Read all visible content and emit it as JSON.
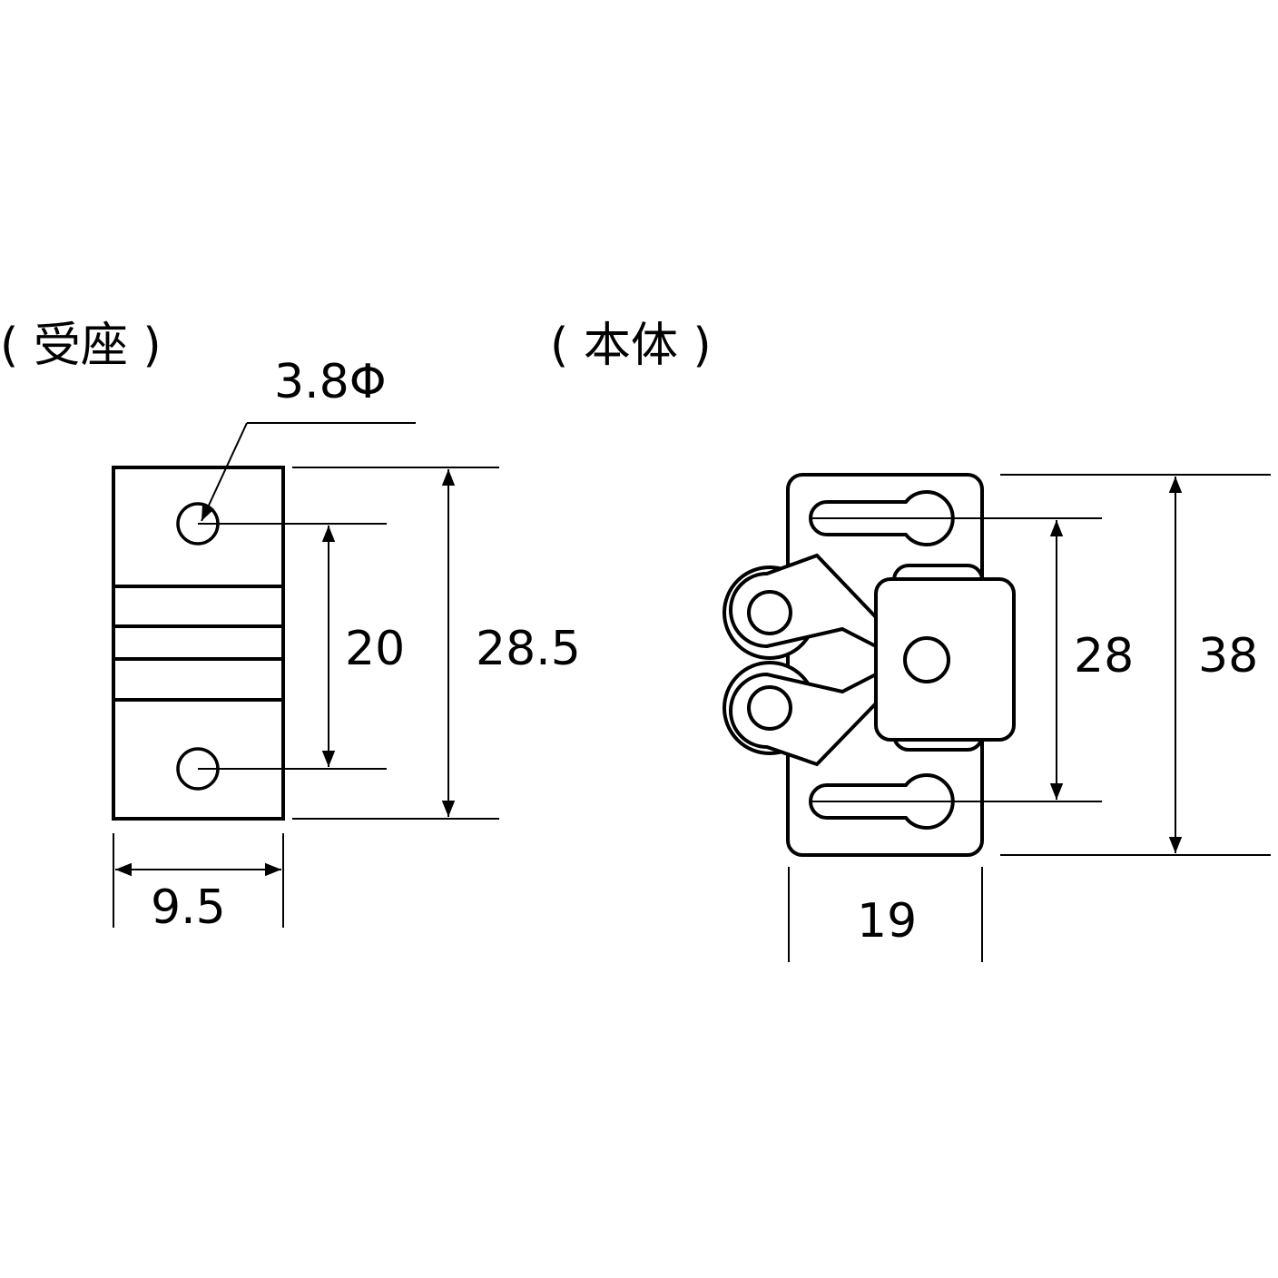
{
  "labels": {
    "receiver_title": "( 受座 )",
    "body_title": "( 本体 )",
    "hole_diameter": "3.8Φ",
    "receiver_hole_pitch": "20",
    "receiver_height": "28.5",
    "receiver_width": "9.5",
    "body_slot_pitch": "28",
    "body_height": "38",
    "body_width": "19"
  },
  "colors": {
    "line": "#000000",
    "background": "#ffffff"
  }
}
